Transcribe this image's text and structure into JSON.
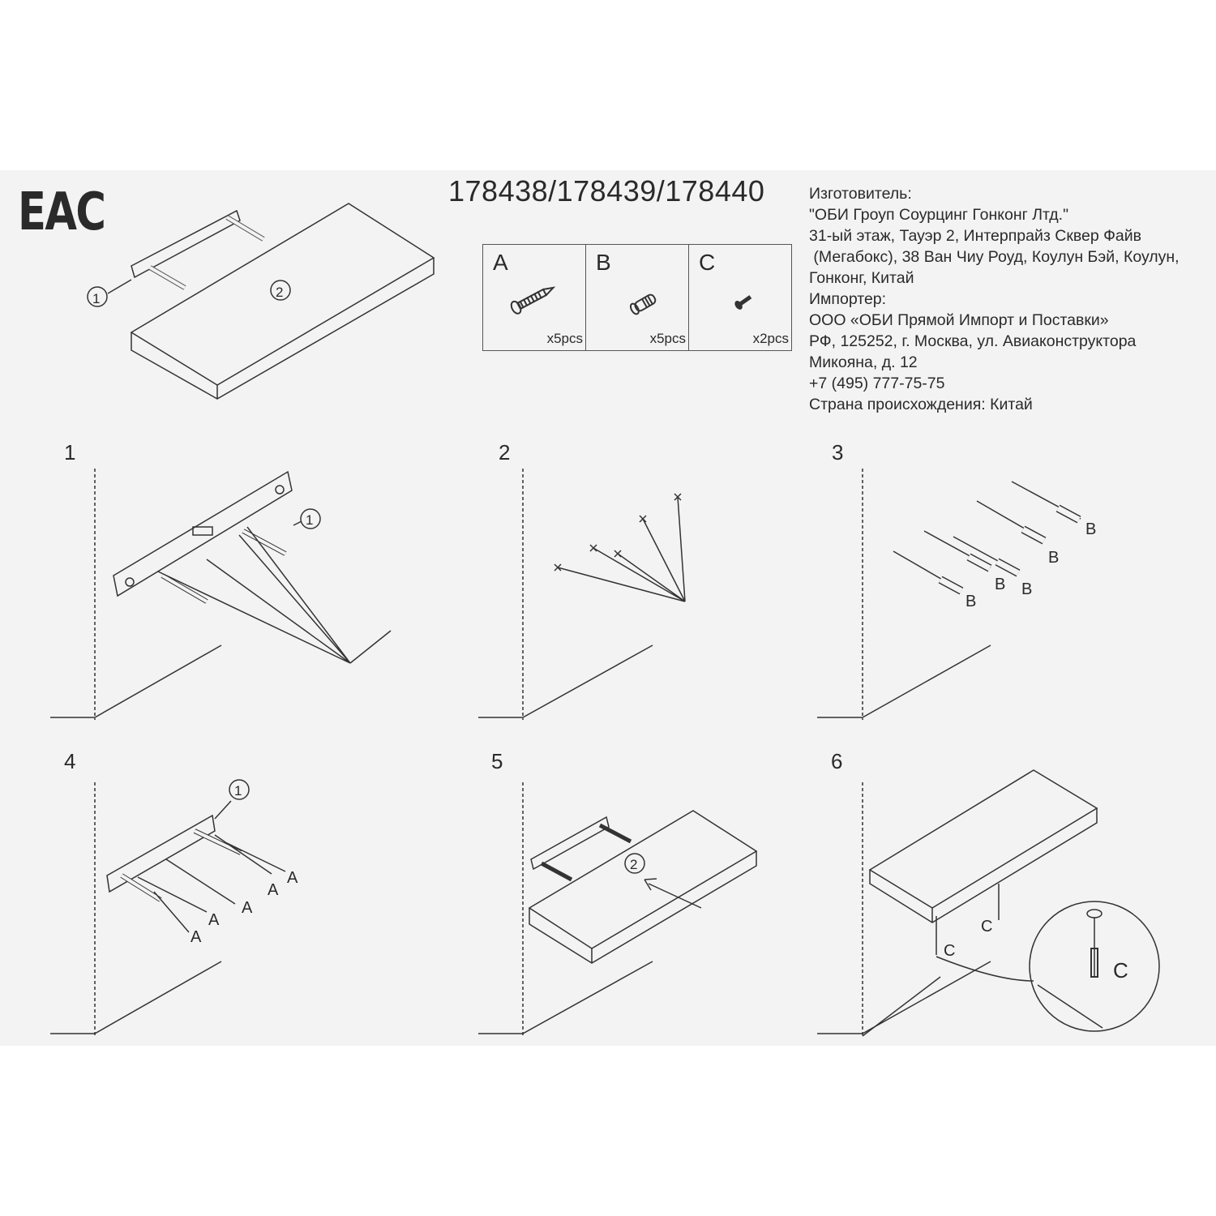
{
  "header": {
    "certification_mark": "EAC",
    "article_numbers": "178438/178439/178440"
  },
  "manufacturer_info": [
    "Изготовитель:",
    "\"ОБИ Гроуп Соурцинг Гонконг Лтд.\"",
    "31-ый этаж, Тауэр 2, Интерпрайз Сквер Файв",
    " (Мегабокс), 38 Ван Чиу Роуд, Коулун Бэй, Коулун,",
    "Гонконг, Китай",
    "Импортер:",
    "ООО «ОБИ Прямой Импорт и Поставки»",
    "РФ, 125252, г. Москва, ул. Авиаконструктора",
    "Микояна, д. 12",
    "+7 (495) 777-75-75",
    "Страна происхождения: Китай"
  ],
  "parts": [
    {
      "letter": "A",
      "icon": "wood-screw-icon",
      "qty": "x5pcs"
    },
    {
      "letter": "B",
      "icon": "wall-plug-icon",
      "qty": "x5pcs"
    },
    {
      "letter": "C",
      "icon": "small-screw-icon",
      "qty": "x2pcs"
    }
  ],
  "overview": {
    "bracket_callout": "1",
    "shelf_callout": "2"
  },
  "steps": [
    {
      "number": "1",
      "callouts": [
        "1"
      ]
    },
    {
      "number": "2",
      "callouts": []
    },
    {
      "number": "3",
      "callouts": [
        "B",
        "B",
        "B",
        "B",
        "B"
      ]
    },
    {
      "number": "4",
      "callouts": [
        "1",
        "A",
        "A",
        "A",
        "A",
        "A"
      ]
    },
    {
      "number": "5",
      "callouts": [
        "2"
      ]
    },
    {
      "number": "6",
      "callouts": [
        "C",
        "C",
        "C"
      ]
    }
  ]
}
